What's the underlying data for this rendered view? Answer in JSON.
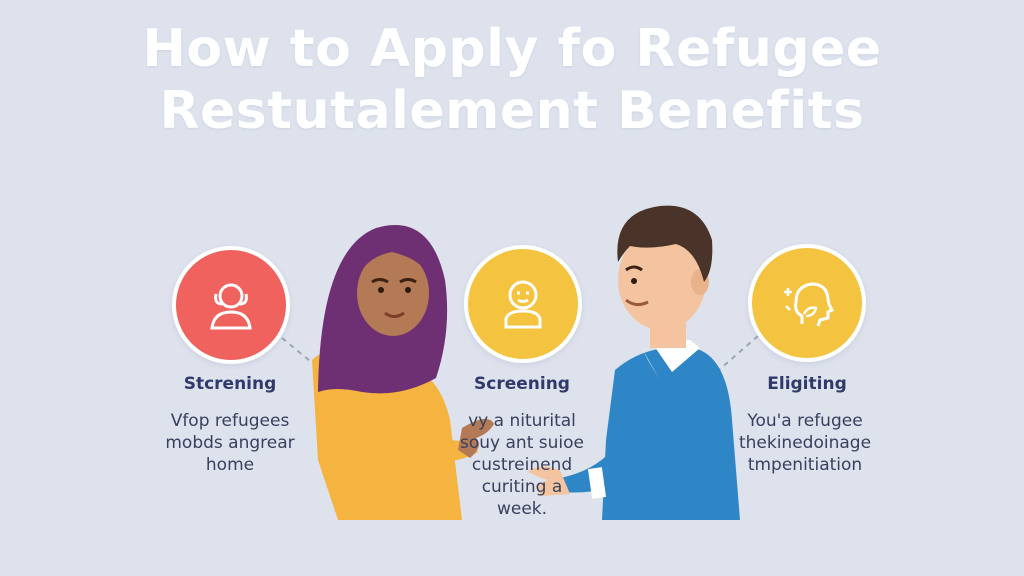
{
  "title": {
    "line1": "How to Apply fo Refugee",
    "line2": "Restutalement Benefits"
  },
  "steps": [
    {
      "title": "Stcrening",
      "desc": [
        "Vfop refugees",
        "mobds angrear",
        "home"
      ],
      "color": "#f0625e",
      "icon": "person-icon"
    },
    {
      "title": "Screening",
      "desc": [
        "vy a niturital",
        "souy ant suioe",
        "custreinend",
        "curiting a",
        "week."
      ],
      "color": "#f4c33f",
      "icon": "face-icon"
    },
    {
      "title": "Eligiting",
      "desc": [
        "You'a refugee",
        "thekinedoinage",
        "tmpenitiation"
      ],
      "color": "#f4c33f",
      "icon": "head-profile-icon"
    }
  ],
  "colors": {
    "background": "#dde2ed",
    "woman_hijab": "#6f2f73",
    "woman_top": "#f4b43f",
    "man_sweater": "#2f86c7",
    "man_hair": "#4a3328"
  }
}
